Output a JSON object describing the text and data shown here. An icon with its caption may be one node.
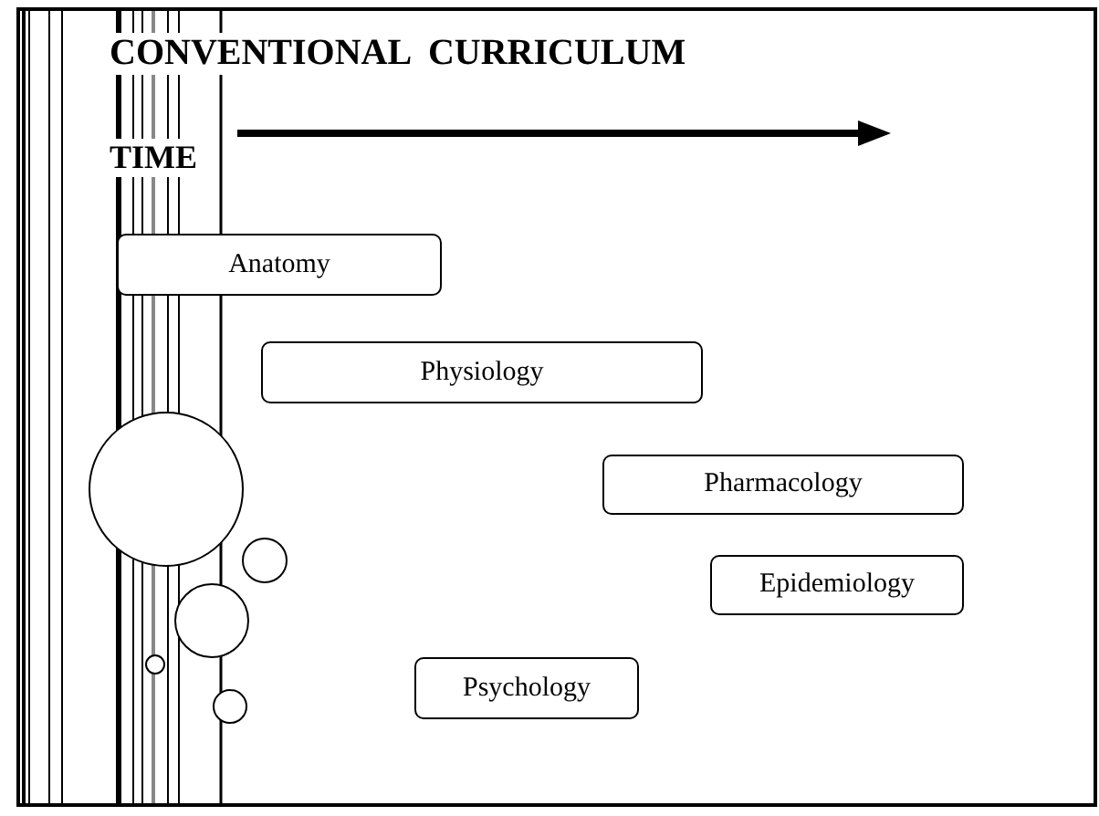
{
  "diagram": {
    "title": "CONVENTIONAL  CURRICULUM",
    "nodes": [
      {
        "text": [
          "Anatomy"
        ]
      },
      {
        "text": [
          "Physiology"
        ]
      },
      {
        "text": [
          "Pharmacology"
        ]
      },
      {
        "text": [
          "Epidemiology"
        ]
      },
      {
        "text": [
          "Psychology"
        ]
      }
    ],
    "edges": [],
    "labels": [
      "TIME"
    ]
  }
}
